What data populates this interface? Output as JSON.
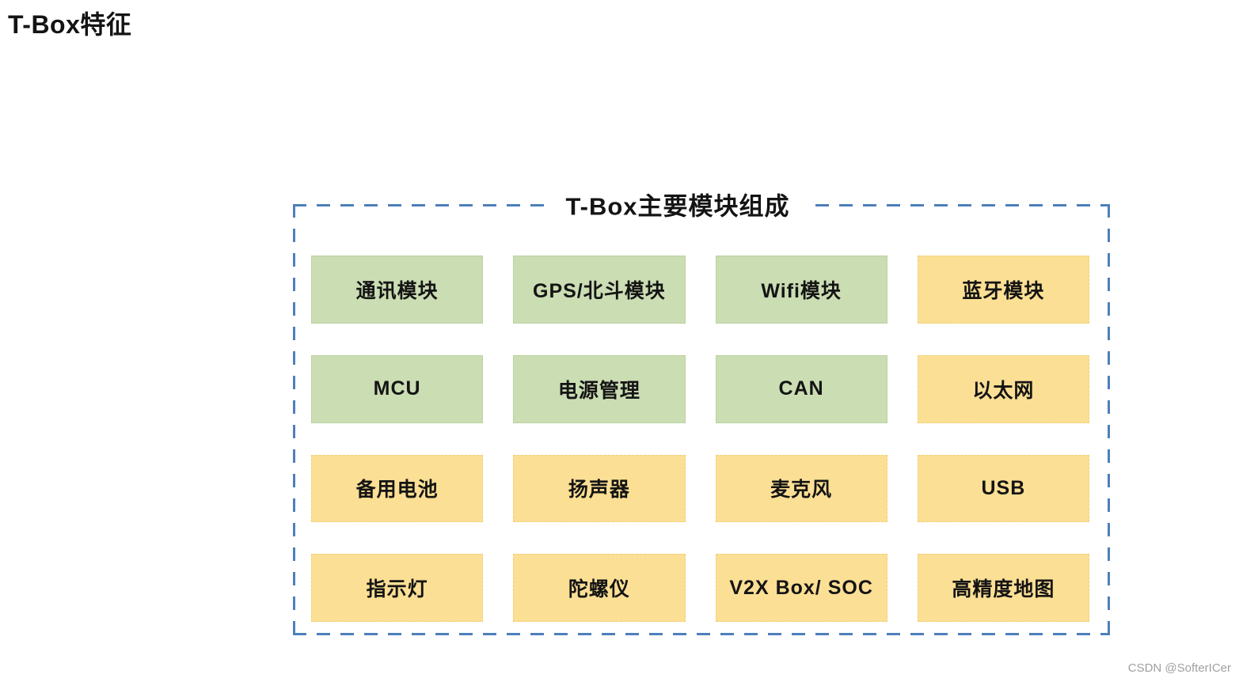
{
  "page_title": "T-Box特征",
  "diagram": {
    "title": "T-Box主要模块组成",
    "colors": {
      "accent_blue": "#4e7fba",
      "green_fill": "#cbddb3",
      "yellow_fill": "#fbdf94",
      "text": "#141414"
    },
    "modules": [
      {
        "label": "通讯模块",
        "color": "green"
      },
      {
        "label": "GPS/北斗模块",
        "color": "green"
      },
      {
        "label": "Wifi模块",
        "color": "green"
      },
      {
        "label": "蓝牙模块",
        "color": "yellow"
      },
      {
        "label": "MCU",
        "color": "green"
      },
      {
        "label": "电源管理",
        "color": "green"
      },
      {
        "label": "CAN",
        "color": "green"
      },
      {
        "label": "以太网",
        "color": "yellow"
      },
      {
        "label": "备用电池",
        "color": "yellow"
      },
      {
        "label": "扬声器",
        "color": "yellow"
      },
      {
        "label": "麦克风",
        "color": "yellow"
      },
      {
        "label": "USB",
        "color": "yellow"
      },
      {
        "label": "指示灯",
        "color": "yellow"
      },
      {
        "label": "陀螺仪",
        "color": "yellow"
      },
      {
        "label": "V2X Box/ SOC",
        "color": "yellow"
      },
      {
        "label": "高精度地图",
        "color": "yellow"
      }
    ]
  },
  "watermark": "CSDN @SofterICer"
}
